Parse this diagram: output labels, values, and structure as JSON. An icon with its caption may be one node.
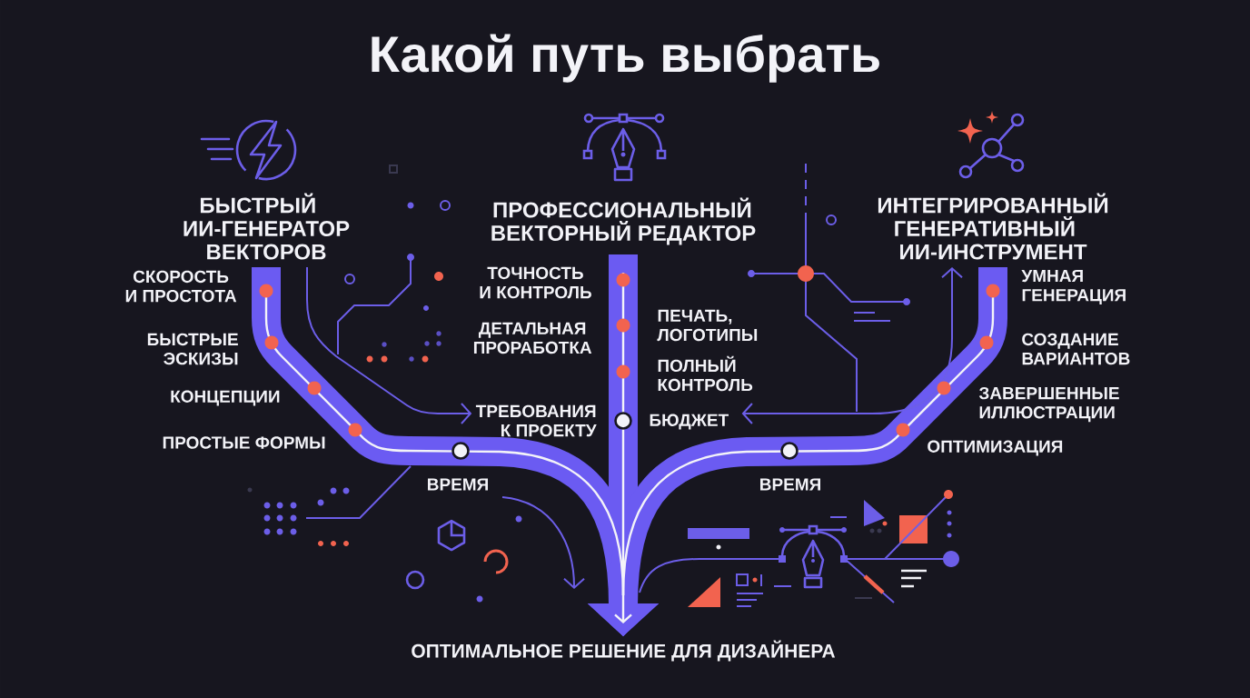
{
  "diagram": {
    "title": "Какой путь выбрать",
    "nodes": [
      {
        "text": [
          "БЫСТРЫЙ ИИ-ГЕНЕРАТОР ВЕКТОРОВ"
        ]
      },
      {
        "text": [
          "ПРОФЕССИОНАЛЬНЫЙ ВЕКТОРНЫЙ РЕДАКТОР"
        ]
      },
      {
        "text": [
          "ИНТЕГРИРОВАННЫЙ ГЕНЕРАТИВНЫЙ ИИ-ИНСТРУМЕНТ"
        ]
      },
      {
        "text": [
          "ТРЕБОВАНИЯ К ПРОЕКТУ"
        ]
      },
      {
        "text": [
          "БЮДЖЕТ"
        ]
      },
      {
        "text": [
          "ОПТИМАЛЬНОЕ РЕШЕНИЕ ДЛЯ ДИЗАЙНЕРА"
        ]
      }
    ],
    "edges": [
      {
        "from": 0,
        "to": 5,
        "arrow": "to"
      },
      {
        "from": 1,
        "to": 5,
        "arrow": "to"
      },
      {
        "from": 2,
        "to": 5,
        "arrow": "to"
      },
      {
        "from": 0,
        "to": 3,
        "arrow": "to"
      },
      {
        "from": 2,
        "to": 4,
        "arrow": "both"
      }
    ],
    "labels": [
      "СКОРОСТЬ И ПРОСТОТА",
      "БЫСТРЫЕ ЭСКИЗЫ",
      "КОНЦЕПЦИИ",
      "ПРОСТЫЕ ФОРМЫ",
      "ТОЧНОСТЬ И КОНТРОЛЬ",
      "ДЕТАЛЬНАЯ ПРОРАБОТКА",
      "ПЕЧАТЬ, ЛОГОТИПЫ",
      "ПОЛНЫЙ КОНТРОЛЬ",
      "УМНАЯ ГЕНЕРАЦИЯ",
      "СОЗДАНИЕ ВАРИАНТОВ",
      "ЗАВЕРШЕННЫЕ ИЛЛЮСТРАЦИИ",
      "ОПТИМИЗАЦИЯ",
      "ВРЕМЯ",
      "ВРЕМЯ"
    ]
  }
}
